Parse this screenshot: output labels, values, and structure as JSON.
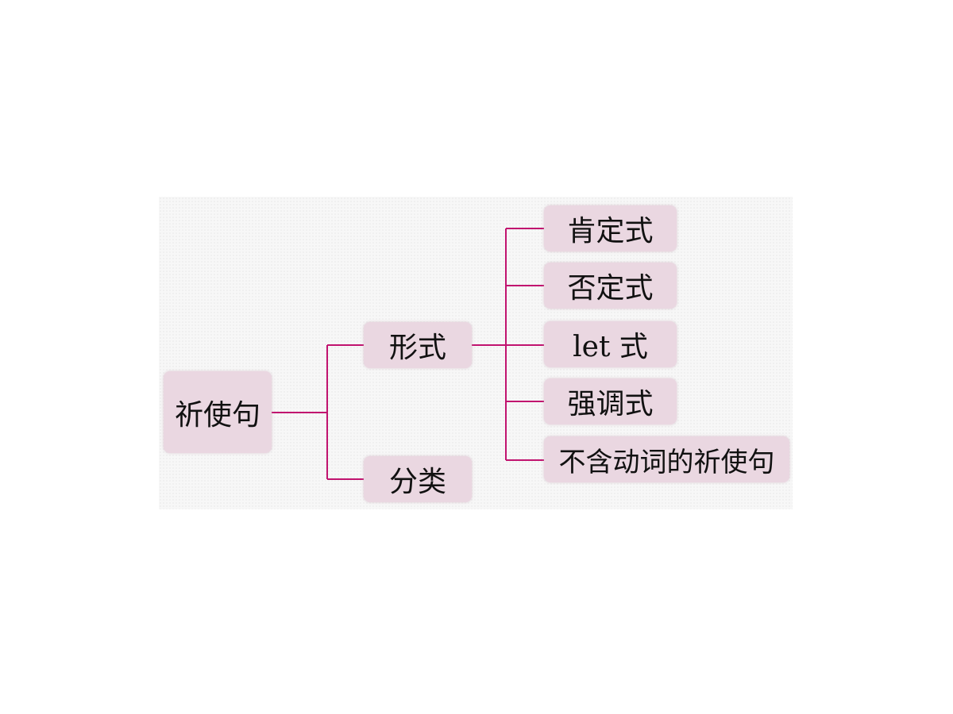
{
  "diagram": {
    "root": "祈使句",
    "level1": [
      {
        "id": "form",
        "label": "形式"
      },
      {
        "id": "classification",
        "label": "分类"
      }
    ],
    "form_children": [
      {
        "label": "肯定式"
      },
      {
        "label": "否定式"
      },
      {
        "label": "let 式"
      },
      {
        "label": "强调式"
      },
      {
        "label": "不含动词的祈使句"
      }
    ]
  },
  "colors": {
    "connector": "#c1136f",
    "node_fill": "#ead7e1",
    "panel_bg": "#f7f7f7"
  }
}
